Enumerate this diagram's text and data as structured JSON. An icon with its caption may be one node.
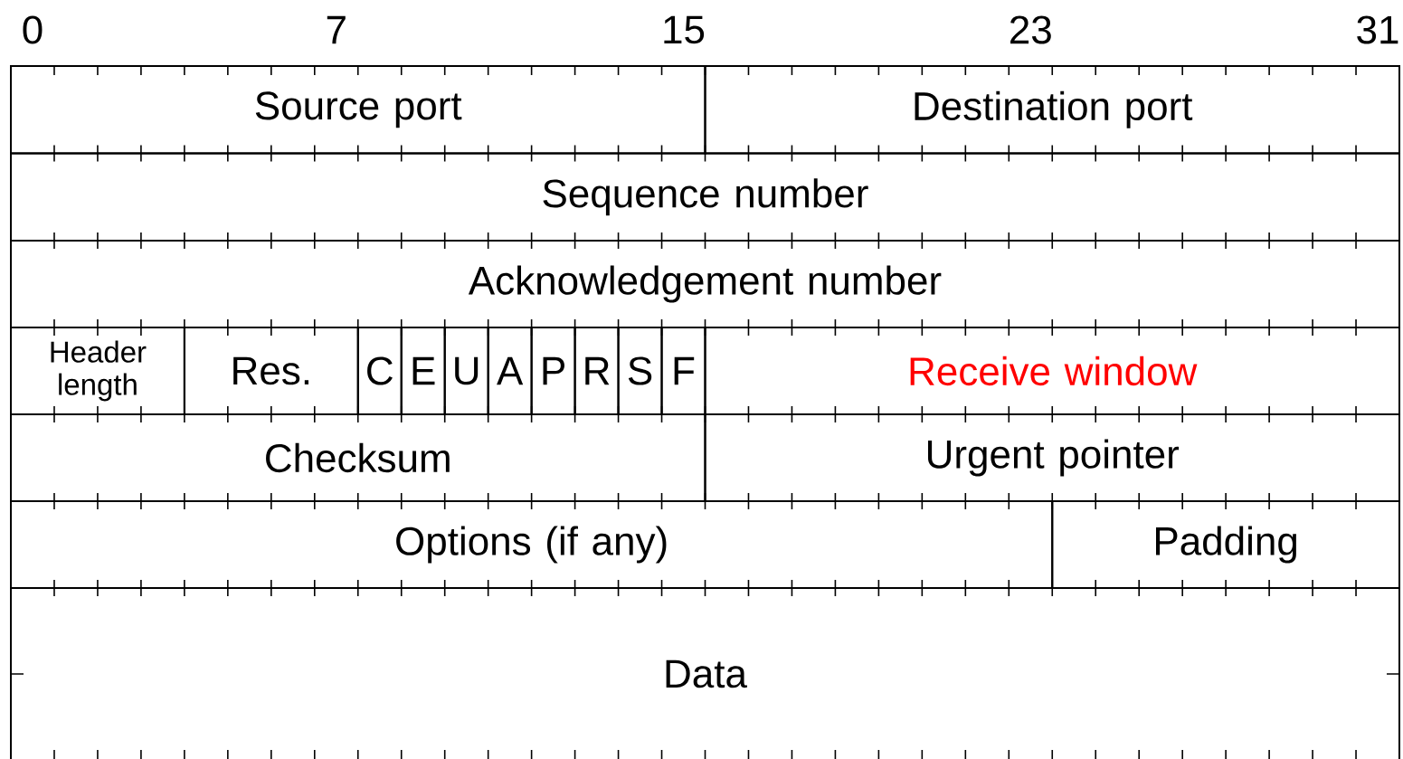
{
  "diagram": {
    "nodes": [
      {
        "text": [
          "Source port"
        ]
      },
      {
        "text": [
          "Destination port"
        ]
      },
      {
        "text": [
          "Sequence number"
        ]
      },
      {
        "text": [
          "Acknowledgement number"
        ]
      },
      {
        "text": [
          "Header length"
        ]
      },
      {
        "text": [
          "Res."
        ]
      },
      {
        "text": [
          "C"
        ]
      },
      {
        "text": [
          "E"
        ]
      },
      {
        "text": [
          "U"
        ]
      },
      {
        "text": [
          "A"
        ]
      },
      {
        "text": [
          "P"
        ]
      },
      {
        "text": [
          "R"
        ]
      },
      {
        "text": [
          "S"
        ]
      },
      {
        "text": [
          "F"
        ]
      },
      {
        "text": [
          "Receive window"
        ]
      },
      {
        "text": [
          "Checksum"
        ]
      },
      {
        "text": [
          "Urgent pointer"
        ]
      },
      {
        "text": [
          "Options (if any)"
        ]
      },
      {
        "text": [
          "Padding"
        ]
      },
      {
        "text": [
          "Data"
        ]
      }
    ],
    "labels": [
      "0",
      "7",
      "15",
      "23",
      "31"
    ]
  }
}
